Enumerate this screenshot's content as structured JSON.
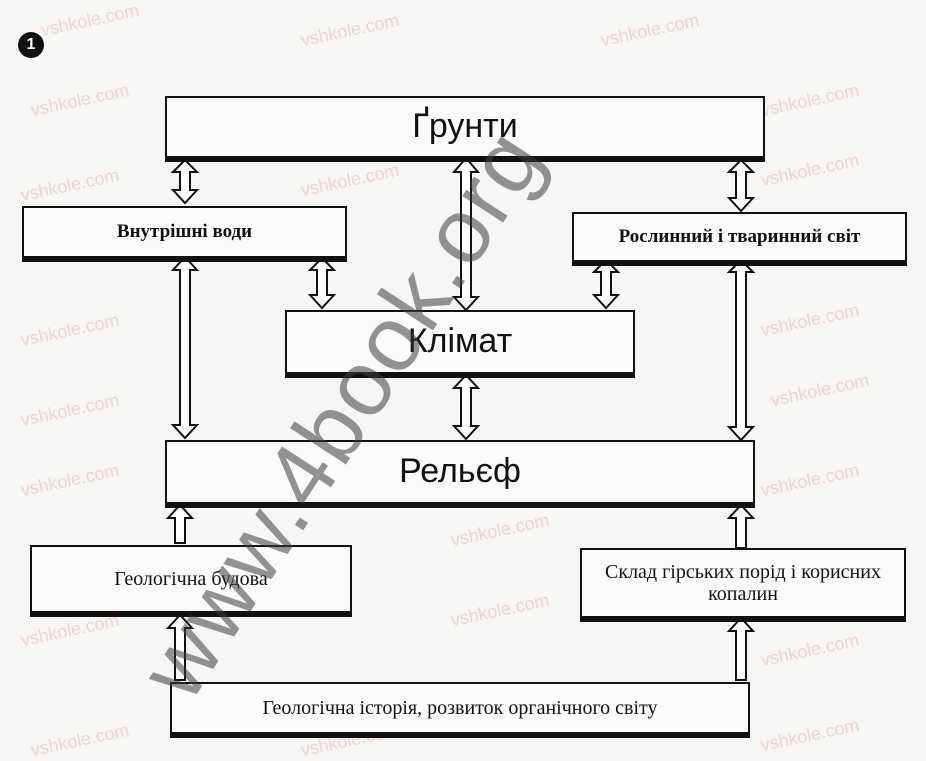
{
  "figure_number": "1",
  "boxes": {
    "soils": "Ґрунти",
    "inland_waters": "Внутрішні води",
    "flora_fauna": "Рослинний і тваринний світ",
    "climate": "Клімат",
    "relief": "Рельєф",
    "geological_structure": "Геологічна будова",
    "rock_minerals": "Склад гірських порід і корисних копалин",
    "geological_history": "Геологічна історія, розвиток органічного світу"
  },
  "watermarks": {
    "small": "vshkole.com",
    "big": "www.4book.org"
  }
}
